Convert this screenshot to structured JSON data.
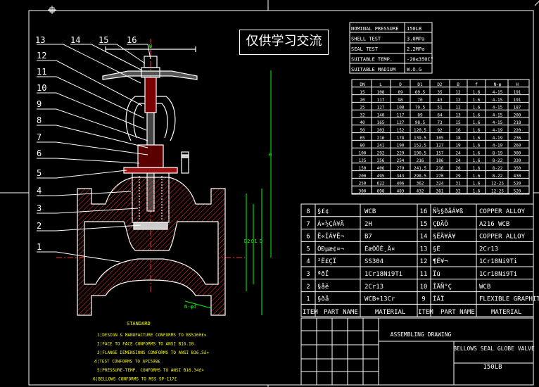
{
  "watermark": "仅供学习交流",
  "callouts": [
    "13",
    "14",
    "15",
    "16",
    "12",
    "11",
    "10",
    "9",
    "8",
    "7",
    "6",
    "5",
    "4",
    "3",
    "2",
    "1"
  ],
  "dims": {
    "W": "W",
    "H": "H",
    "D": "D",
    "D1": "D1",
    "D2": "D2",
    "L": "L",
    "B": "B",
    "f": "f",
    "nphi": "N-φd"
  },
  "spec": [
    {
      "label": "NOMINAL PRESSURE",
      "value": "150LB"
    },
    {
      "label": "SHELL TEST",
      "value": "3.0MPa"
    },
    {
      "label": "SEAL TEST",
      "value": "2.2MPa"
    },
    {
      "label": "SUITABLE TEMP.",
      "value": "-20≤350C°"
    },
    {
      "label": "SUITABLE MADIUM",
      "value": "W.O.G"
    }
  ],
  "dimtable": {
    "headers": [
      "DN",
      "L",
      "D",
      "D1",
      "D2",
      "B",
      "f",
      "N-φ",
      "H"
    ],
    "rows": [
      [
        "15",
        "108",
        "89",
        "60.5",
        "35",
        "12",
        "1.6",
        "4-15",
        "191"
      ],
      [
        "20",
        "117",
        "98",
        "70",
        "43",
        "12",
        "1.6",
        "4-15",
        "191"
      ],
      [
        "25",
        "127",
        "108",
        "79.5",
        "51",
        "12",
        "1.6",
        "4-15",
        "187"
      ],
      [
        "32",
        "140",
        "117",
        "89",
        "64",
        "13",
        "1.6",
        "4-15",
        "200"
      ],
      [
        "40",
        "165",
        "127",
        "98.5",
        "73",
        "15",
        "1.6",
        "4-15",
        "218"
      ],
      [
        "50",
        "203",
        "152",
        "120.5",
        "92",
        "16",
        "1.6",
        "4-19",
        "220"
      ],
      [
        "65",
        "216",
        "178",
        "139.5",
        "105",
        "18",
        "1.6",
        "4-19",
        "236"
      ],
      [
        "80",
        "241",
        "190",
        "152.5",
        "127",
        "19",
        "1.6",
        "4-19",
        "260"
      ],
      [
        "100",
        "292",
        "229",
        "190.5",
        "157",
        "24",
        "1.6",
        "8-19",
        "300"
      ],
      [
        "125",
        "356",
        "254",
        "216",
        "186",
        "24",
        "1.6",
        "8-22",
        "330"
      ],
      [
        "150",
        "406",
        "279",
        "241.5",
        "216",
        "26",
        "1.6",
        "8-22",
        "350"
      ],
      [
        "200",
        "495",
        "343",
        "298.5",
        "270",
        "29",
        "1.6",
        "8-22",
        "430"
      ],
      [
        "250",
        "622",
        "406",
        "362",
        "324",
        "31",
        "1.6",
        "12-25",
        "520"
      ],
      [
        "300",
        "698",
        "483",
        "432",
        "381",
        "32",
        "1.6",
        "12-25",
        "520"
      ]
    ]
  },
  "parts": {
    "rows": [
      {
        "l_no": "8",
        "l_name": "§£¢",
        "l_mat": "WCB",
        "r_no": "16",
        "r_name": "Ñ½§ðåÁ¥ß",
        "r_mat": "COPPER ALLOY"
      },
      {
        "l_no": "7",
        "l_name": "Á×½ÇÁ¥Ä",
        "l_mat": "2H",
        "r_no": "15",
        "r_name": "ÇÐÄÕ",
        "r_mat": "A216 WCB"
      },
      {
        "l_no": "6",
        "l_name": "Ë«ÍÁ¥Ë¬",
        "l_mat": "B7",
        "r_no": "14",
        "r_name": "§ËÄ¥À¥",
        "r_mat": "COPPER ALLOY"
      },
      {
        "l_no": "5",
        "l_name": "ÒÐµæ¢¤¬",
        "l_mat": "ÉæÒÕÉ¸Ä¤",
        "r_no": "13",
        "r_name": "§Ë",
        "r_mat": "2Cr13"
      },
      {
        "l_no": "4",
        "l_name": "²Ë£ÇÏ",
        "l_mat": "SS304",
        "r_no": "12",
        "r_name": "¶Ë¥¬",
        "r_mat": "1Cr18Ni9Ti"
      },
      {
        "l_no": "3",
        "l_name": "ªðÏ",
        "l_mat": "1Cr18Ni9Ti",
        "r_no": "11",
        "r_name": "Ïú",
        "r_mat": "1Cr18Ni9Ti"
      },
      {
        "l_no": "2",
        "l_name": "§åê",
        "l_mat": "2Cr13",
        "r_no": "10",
        "r_name": "ÎÄÑ°Ç",
        "r_mat": "WCB"
      },
      {
        "l_no": "1",
        "l_name": "§ðå",
        "l_mat": "WCB+13Cr",
        "r_no": "9",
        "r_name": "ÎÄÏ",
        "r_mat": "FLEXIBLE GRAPHITE"
      }
    ],
    "header": {
      "item": "ITEM",
      "name": "PART NAME",
      "material": "MATERIAL"
    }
  },
  "title_block": {
    "drawing": "ASSEMBLING DRAWING",
    "product": "BELLOWS SEAL GLOBE VALVE",
    "rating": "150LB"
  },
  "notes": {
    "title": "STANDARD",
    "lines": [
      "1¦DESIGN & MANUFACTURE CONFORMS TO BS5160£»",
      "2¦FACE TO FACE CONFORMS TO ANSI B16.10.",
      "3¦FLANGE DIMENSIONS CONFORMS TO ANSI B16.5£»",
      "4¦TEST CONFORMS TO API598£",
      "5¦PRESSURE-TEMP. CONFORMS TO ANSI B16.34£»",
      "6¦BELLOWS CONFORMS TO MSS SP-117£"
    ]
  },
  "colors": {
    "line": "#ffffff",
    "note": "#ffff00",
    "section": "#ff0000",
    "dim": "#00ff00",
    "cyan": "#00ffff"
  }
}
